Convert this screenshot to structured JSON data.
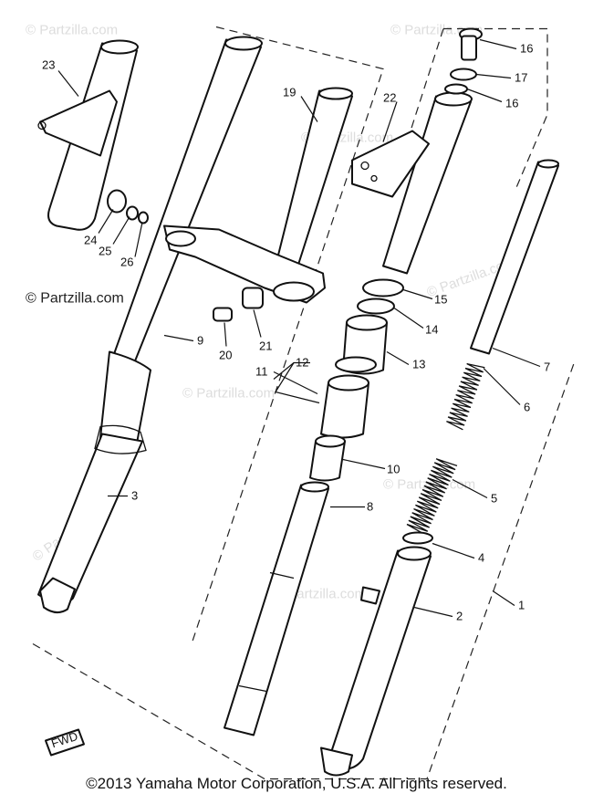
{
  "diagram": {
    "watermarks": {
      "top_left": "© Partzilla.com",
      "top_right": "© Partzilla.com",
      "center": "© Partzilla.com",
      "left": "© Partzilla.com",
      "bottom_left": "© Partzilla.com",
      "bottom_center": "© Partzilla.com",
      "right": "© Partzilla.com",
      "upper_middle": "© Partzilla.com",
      "diagonal": "© Partzilla.com"
    },
    "callouts": {
      "c1": "1",
      "c2": "2",
      "c3": "3",
      "c4": "4",
      "c5": "5",
      "c6": "6",
      "c7": "7",
      "c8": "8",
      "c9": "9",
      "c10": "10",
      "c11": "11",
      "c12": "12",
      "c13": "13",
      "c14": "14",
      "c15": "15",
      "c16a": "16",
      "c16b": "16",
      "c17": "17",
      "c19": "19",
      "c20": "20",
      "c21": "21",
      "c22": "22",
      "c23": "23",
      "c24": "24",
      "c25": "25",
      "c26": "26"
    },
    "fwd_label": "FWD"
  },
  "footer": {
    "copyright": "©2013 Yamaha Motor Corporation, U.S.A. All rights reserved."
  }
}
